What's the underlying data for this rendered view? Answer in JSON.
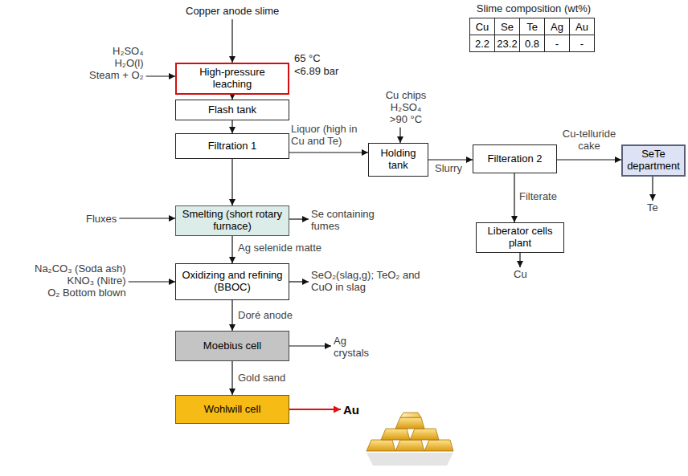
{
  "diagram": {
    "nodes": [
      {
        "text": [
          "Copper anode slime"
        ]
      },
      {
        "text": [
          "H₂SO₄",
          "H₂O(l)",
          "Steam + O₂"
        ]
      },
      {
        "text": [
          "High-pressure leaching"
        ]
      },
      {
        "text": [
          "Flash tank"
        ]
      },
      {
        "text": [
          "Filtration 1"
        ]
      },
      {
        "text": [
          "Fluxes"
        ]
      },
      {
        "text": [
          "Smelting (short rotary furnace)"
        ]
      },
      {
        "text": [
          "Se containing fumes"
        ]
      },
      {
        "text": [
          "Na₂CO₃ (Soda ash)",
          "KNO₃ (Nitre)",
          "O₂ Bottom blown"
        ]
      },
      {
        "text": [
          "Oxidizing and refining (BBOC)"
        ]
      },
      {
        "text": [
          "SeO₂(slag,g); TeO₂ and CuO in slag"
        ]
      },
      {
        "text": [
          "Moebius cell"
        ]
      },
      {
        "text": [
          "Ag crystals"
        ]
      },
      {
        "text": [
          "Wohlwill cell"
        ]
      },
      {
        "text": [
          "Au"
        ]
      },
      {
        "text": [
          "Cu chips",
          "H₂SO₄",
          ">90 °C"
        ]
      },
      {
        "text": [
          "Holding tank"
        ]
      },
      {
        "text": [
          "Filteration 2"
        ]
      },
      {
        "text": [
          "SeTe department"
        ]
      },
      {
        "text": [
          "Te"
        ]
      },
      {
        "text": [
          "Liberator cells plant"
        ]
      },
      {
        "text": [
          "Cu"
        ]
      }
    ],
    "edges": [
      {
        "from": 0,
        "to": 2,
        "arrow": "to"
      },
      {
        "from": 1,
        "to": 2,
        "arrow": "to"
      },
      {
        "from": 2,
        "to": 3,
        "arrow": "to"
      },
      {
        "from": 3,
        "to": 4,
        "arrow": "to"
      },
      {
        "from": 4,
        "to": 16,
        "label": "Liquor (high in Cu and Te)",
        "arrow": "to"
      },
      {
        "from": 4,
        "to": 6,
        "arrow": "to"
      },
      {
        "from": 5,
        "to": 6,
        "arrow": "to"
      },
      {
        "from": 6,
        "to": 7,
        "arrow": "to"
      },
      {
        "from": 6,
        "to": 9,
        "label": "Ag selenide matte",
        "arrow": "to"
      },
      {
        "from": 8,
        "to": 9,
        "arrow": "to"
      },
      {
        "from": 9,
        "to": 10,
        "arrow": "to"
      },
      {
        "from": 9,
        "to": 11,
        "label": "Doré anode",
        "arrow": "to"
      },
      {
        "from": 11,
        "to": 12,
        "arrow": "to"
      },
      {
        "from": 11,
        "to": 13,
        "label": "Gold sand",
        "arrow": "to"
      },
      {
        "from": 13,
        "to": 14,
        "arrow": "to"
      },
      {
        "from": 15,
        "to": 16,
        "arrow": "to"
      },
      {
        "from": 16,
        "to": 17,
        "label": "Slurry",
        "arrow": "to"
      },
      {
        "from": 17,
        "to": 18,
        "label": "Cu-telluride cake",
        "arrow": "to"
      },
      {
        "from": 17,
        "to": 20,
        "label": "Filterate",
        "arrow": "to"
      },
      {
        "from": 18,
        "to": 19,
        "arrow": "to"
      },
      {
        "from": 20,
        "to": 21,
        "arrow": "to"
      }
    ],
    "labels": [
      "Slime composition (wt%)",
      "Cu",
      "Se",
      "Te",
      "Ag",
      "Au",
      "2.2",
      "23.2",
      "0.8",
      "-",
      "-",
      "65 °C",
      "<6.89 bar"
    ]
  }
}
